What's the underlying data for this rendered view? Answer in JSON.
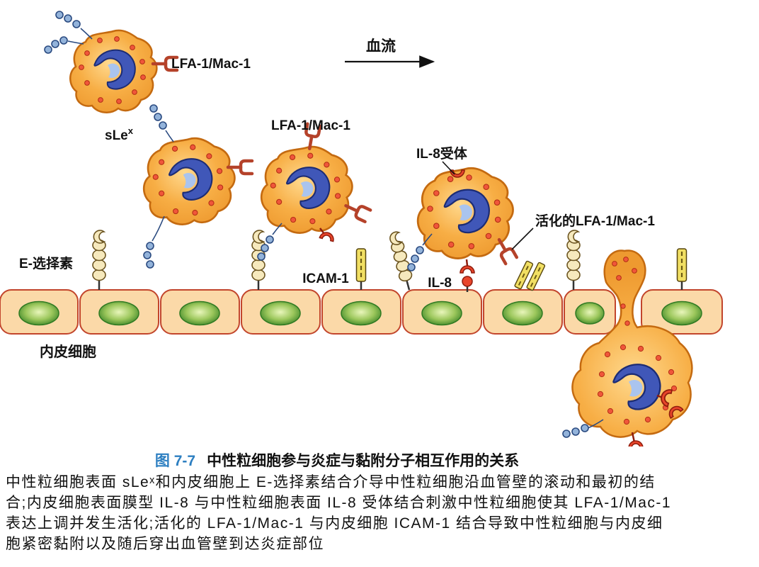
{
  "labels": {
    "blood_flow": "血流",
    "lfa1_a": "LFA-1/Mac-1",
    "lfa1_b": "LFA-1/Mac-1",
    "slex_base": "sLe",
    "slex_sup": "x",
    "il8_receptor": "IL-8受体",
    "activated_lfa1": "活化的LFA-1/Mac-1",
    "e_selectin": "E-选择素",
    "icam1": "ICAM-1",
    "il8": "IL-8",
    "endothelium": "内皮细胞"
  },
  "caption": {
    "figure_no": "图 7-7",
    "title": "中性粒细胞参与炎症与黏附分子相互作用的关系"
  },
  "description": [
    "中性粒细胞表面 sLeˣ和内皮细胞上 E-选择素结合介导中性粒细胞沿血管壁的滚动和最初的结",
    "合;内皮细胞表面膜型 IL-8 与中性粒细胞表面 IL-8 受体结合刺激中性粒细胞使其 LFA-1/Mac-1",
    "表达上调并发生活化;活化的 LFA-1/Mac-1 与内皮细胞 ICAM-1 结合导致中性粒细胞与内皮细",
    "胞紧密黏附以及随后穿出血管壁到达炎症部位"
  ],
  "colors": {
    "cell_body": "#f6ab3e",
    "cell_outline": "#c46a10",
    "nucleus_blue": "#4057b8",
    "endothelium": "#fbd9a8",
    "endothelium_outline": "#c2452c",
    "endo_nucleus_green": "#5aa33c",
    "receptor_red": "#e8452b",
    "selectin_cream": "#f6e9bd",
    "icam_yellow": "#f1df63",
    "caption_blue": "#2d7fc1"
  }
}
